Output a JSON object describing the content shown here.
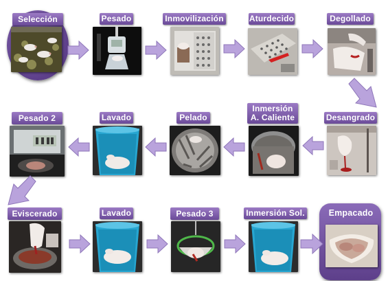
{
  "colors": {
    "label_top": "#9b7ac4",
    "label_bottom": "#6a4a98",
    "arrow_fill": "#b9a3dc",
    "arrow_stroke": "#8e76b9",
    "label_text": "#ffffff"
  },
  "steps": [
    {
      "id": "seleccion",
      "label": "Selección",
      "icon": "mice-in-cage-photo"
    },
    {
      "id": "pesado",
      "label": "Pesado",
      "icon": "hanging-scale-photo"
    },
    {
      "id": "inmovilizacion",
      "label": "Inmovilización",
      "icon": "restraint-board-photo"
    },
    {
      "id": "aturdecido",
      "label": "Aturdecido",
      "icon": "stunning-device-photo"
    },
    {
      "id": "degollado",
      "label": "Degollado",
      "icon": "throat-cut-photo"
    },
    {
      "id": "desangrado",
      "label": "Desangrado",
      "icon": "bleeding-photo"
    },
    {
      "id": "inmersion-caliente",
      "label_line1": "Inmersión",
      "label_line2": "A. Caliente",
      "icon": "hot-water-pot-photo"
    },
    {
      "id": "pelado",
      "label": "Pelado",
      "icon": "dehairing-drum-photo"
    },
    {
      "id": "lavado-1",
      "label": "Lavado",
      "icon": "wash-bucket-photo"
    },
    {
      "id": "pesado-2",
      "label": "Pesado 2",
      "icon": "digital-scale-photo"
    },
    {
      "id": "eviscerado",
      "label": "Eviscerado",
      "icon": "evisceration-photo"
    },
    {
      "id": "lavado-2",
      "label": "Lavado",
      "icon": "wash-bucket-photo"
    },
    {
      "id": "pesado-3",
      "label": "Pesado 3",
      "icon": "weighing-basket-photo"
    },
    {
      "id": "inmersion-sol",
      "label": "Inmersión Sol.",
      "icon": "solution-bucket-photo"
    },
    {
      "id": "empacado",
      "label": "Empacado",
      "icon": "packaged-carcass-photo"
    }
  ]
}
